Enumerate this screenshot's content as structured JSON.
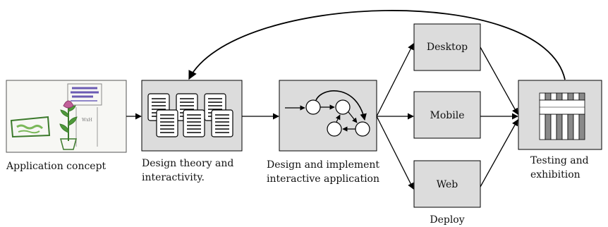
{
  "nodes": {
    "concept": {
      "caption": "Application concept",
      "sketch_text": "WxH"
    },
    "theory": {
      "caption_lines": [
        "Design theory and",
        "interactivity."
      ]
    },
    "implement": {
      "caption_lines": [
        "Design  and implement",
        "interactive application"
      ]
    },
    "desktop": {
      "label": "Desktop"
    },
    "mobile": {
      "label": "Mobile"
    },
    "web": {
      "label": "Web"
    },
    "testing": {
      "caption_lines": [
        "Testing and",
        "exhibition"
      ]
    }
  },
  "deploy_label": "Deploy",
  "colors": {
    "box_fill": "#dcdcdc",
    "stroke": "#000000",
    "sketch_green": "#3c7a2c",
    "sketch_purple": "#6b5bb3",
    "sketch_pink": "#c2609a",
    "stripe_dark": "#8a8a8a"
  },
  "icons": {
    "concept": "plant-sketch",
    "theory": "documents-stack",
    "implement": "state-graph",
    "testing": "striped-grid"
  }
}
